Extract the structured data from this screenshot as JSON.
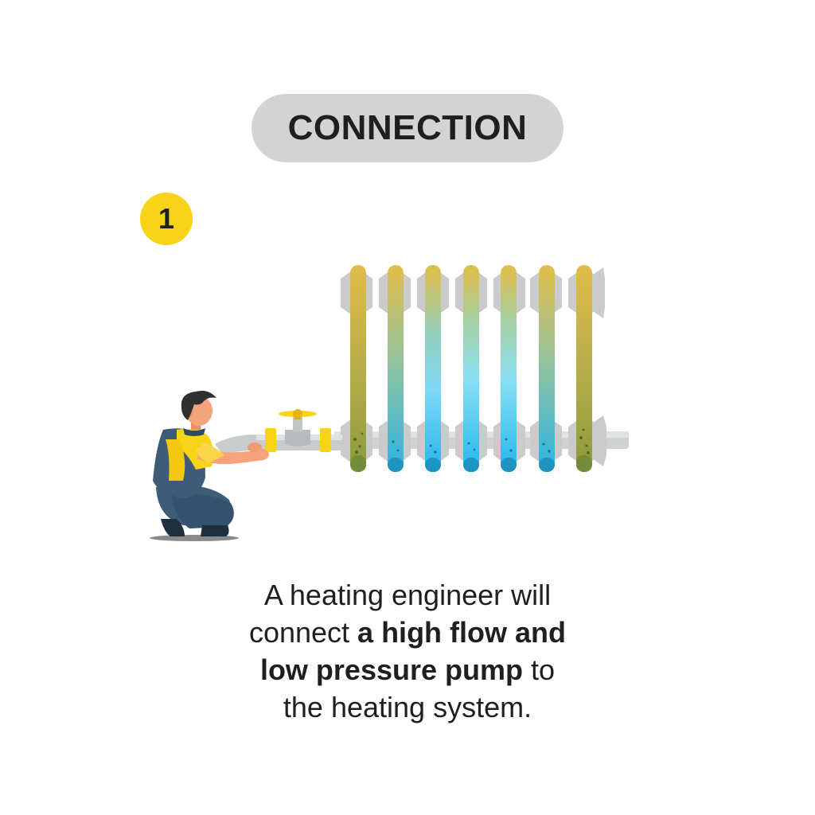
{
  "title": "CONNECTION",
  "step": {
    "number": "1"
  },
  "caption": {
    "line1": "A heating engineer will",
    "line2_plain": "connect ",
    "line2_bold": "a high flow and",
    "line3_bold": "low pressure pump",
    "line3_plain": " to",
    "line4": "the heating system."
  },
  "icons": {
    "illustration": "heating-engineer-connecting-pump-to-radiator",
    "radiator": "radiator-icon",
    "valve": "valve-icon",
    "engineer": "engineer-figure"
  },
  "colors": {
    "pill_bg": "#d3d3d3",
    "badge_yellow": "#f7d417",
    "text_dark": "#1f1f1f",
    "sludge": "#a8a84a",
    "clean_water": "#3ec0ec"
  }
}
